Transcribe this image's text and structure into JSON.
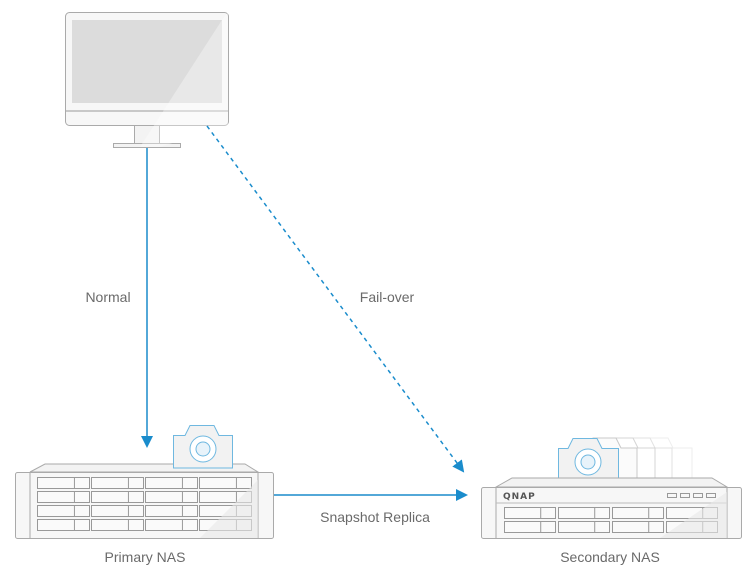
{
  "labels": {
    "normal": "Normal",
    "failover": "Fail-over",
    "snapshot_replica": "Snapshot Replica",
    "primary_nas": "Primary NAS",
    "secondary_nas": "Secondary NAS"
  },
  "secondary_nas_brand": "QNAP",
  "colors": {
    "arrow": "#1a8ccc",
    "outline": "#aaaaaa",
    "camera": "#6fb8e0"
  }
}
